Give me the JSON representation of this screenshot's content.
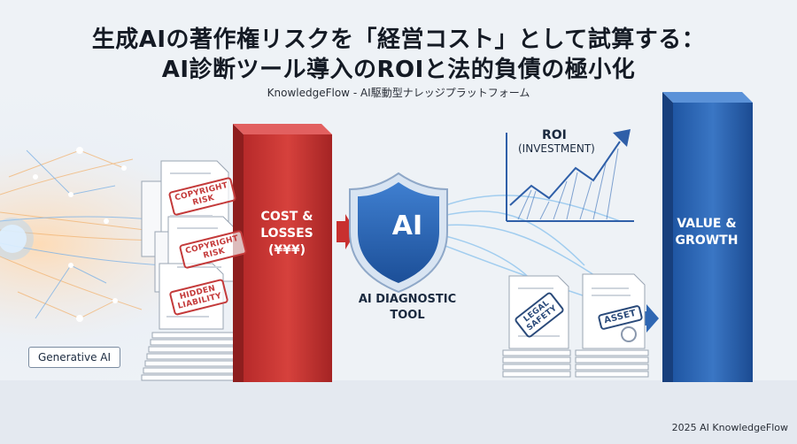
{
  "header": {
    "title_line1": "生成AIの著作権リスクを「経営コスト」として試算する：",
    "title_line2": "AI診断ツール導入のROIと法的負債の極小化",
    "subtitle": "KnowledgeFlow - AI駆動型ナレッジプラットフォーム"
  },
  "left": {
    "source_label": "Generative AI",
    "documents": [
      {
        "stamp_line1": "COPYRIGHT",
        "stamp_line2": "RISK"
      },
      {
        "stamp_line1": "COPYRIGHT",
        "stamp_line2": "RISK"
      },
      {
        "stamp_line1": "HIDDEN",
        "stamp_line2": "LIABILITY"
      }
    ],
    "cost_bar": {
      "line1": "COST &",
      "line2": "LOSSES",
      "line3": "(¥¥¥)"
    }
  },
  "center": {
    "shield_text": "AI",
    "tool_line1": "AI DIAGNOSTIC",
    "tool_line2": "TOOL"
  },
  "right": {
    "roi_title": "ROI",
    "roi_subtitle": "(INVESTMENT)",
    "documents": [
      {
        "stamp_line1": "LEGAL",
        "stamp_line2": "SAFETY"
      },
      {
        "stamp_line1": "ASSET",
        "stamp_line2": ""
      }
    ],
    "value_bar": {
      "line1": "VALUE &",
      "line2": "GROWTH"
    }
  },
  "footer": {
    "copyright": "2025 AI KnowledgeFlow"
  },
  "colors": {
    "cost_red": "#c8302f",
    "value_blue": "#2f67b3",
    "shield_blue": "#2a63b0",
    "roi_blue": "#2f5fa8"
  }
}
